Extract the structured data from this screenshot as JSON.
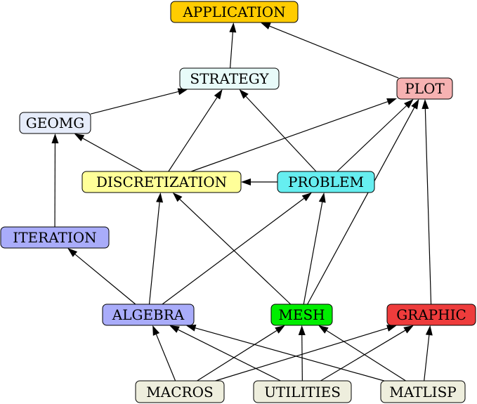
{
  "nodes": {
    "application": {
      "label": "APPLICATION",
      "color": "#ffcc00"
    },
    "strategy": {
      "label": "STRATEGY",
      "color": "#e8fbf9"
    },
    "plot": {
      "label": "PLOT",
      "color": "#f6b2b2"
    },
    "geomg": {
      "label": "GEOMG",
      "color": "#e6ecfa"
    },
    "discretization": {
      "label": "DISCRETIZATION",
      "color": "#ffff99"
    },
    "problem": {
      "label": "PROBLEM",
      "color": "#66eef0"
    },
    "iteration": {
      "label": "ITERATION",
      "color": "#a9acfa"
    },
    "algebra": {
      "label": "ALGEBRA",
      "color": "#a9acfa"
    },
    "mesh": {
      "label": "MESH",
      "color": "#00ee00"
    },
    "graphic": {
      "label": "GRAPHIC",
      "color": "#ee3c3c"
    },
    "macros": {
      "label": "MACROS",
      "color": "#eeeedd"
    },
    "utilities": {
      "label": "UTILITIES",
      "color": "#eeeedd"
    },
    "matlisp": {
      "label": "MATLISP",
      "color": "#eeeedd"
    }
  },
  "edges": [
    [
      "strategy",
      "application"
    ],
    [
      "plot",
      "application"
    ],
    [
      "geomg",
      "strategy"
    ],
    [
      "discretization",
      "strategy"
    ],
    [
      "problem",
      "strategy"
    ],
    [
      "discretization",
      "geomg"
    ],
    [
      "discretization",
      "plot"
    ],
    [
      "problem",
      "plot"
    ],
    [
      "problem",
      "discretization"
    ],
    [
      "iteration",
      "geomg"
    ],
    [
      "algebra",
      "iteration"
    ],
    [
      "algebra",
      "discretization"
    ],
    [
      "algebra",
      "problem"
    ],
    [
      "mesh",
      "discretization"
    ],
    [
      "mesh",
      "problem"
    ],
    [
      "mesh",
      "plot"
    ],
    [
      "graphic",
      "plot"
    ],
    [
      "macros",
      "algebra"
    ],
    [
      "macros",
      "mesh"
    ],
    [
      "macros",
      "graphic"
    ],
    [
      "utilities",
      "algebra"
    ],
    [
      "utilities",
      "mesh"
    ],
    [
      "utilities",
      "graphic"
    ],
    [
      "matlisp",
      "algebra"
    ],
    [
      "matlisp",
      "mesh"
    ],
    [
      "matlisp",
      "graphic"
    ]
  ]
}
